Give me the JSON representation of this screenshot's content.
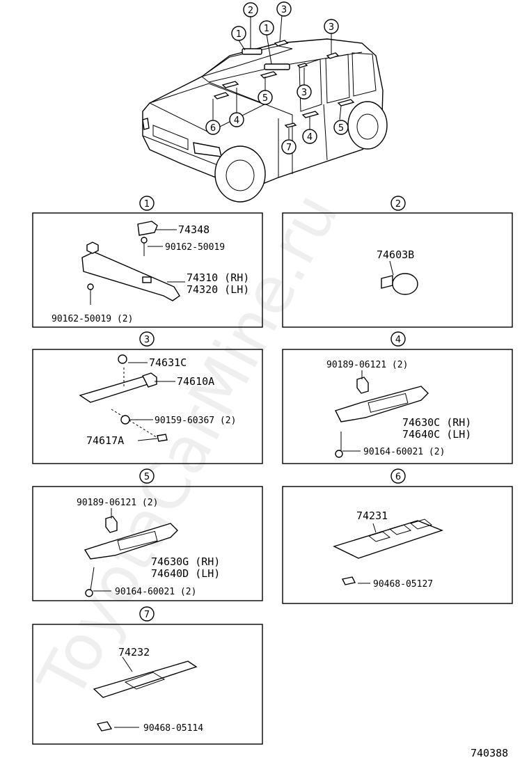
{
  "watermark": "ToyotaCarMine.ru",
  "diagram_id": "740388",
  "callout_numbers": [
    "1",
    "2",
    "3",
    "4",
    "5",
    "6",
    "7"
  ],
  "panels": [
    {
      "id": "1",
      "labels": [
        "74348",
        "90162-50019",
        "74310 (RH)",
        "74320 (LH)",
        "90162-50019 (2)"
      ]
    },
    {
      "id": "2",
      "labels": [
        "74603B"
      ]
    },
    {
      "id": "3",
      "labels": [
        "74631C",
        "74610A",
        "90159-60367 (2)",
        "74617A"
      ]
    },
    {
      "id": "4",
      "labels": [
        "90189-06121 (2)",
        "74630C (RH)",
        "74640C (LH)",
        "90164-60021 (2)"
      ]
    },
    {
      "id": "5",
      "labels": [
        "90189-06121 (2)",
        "74630G (RH)",
        "74640D (LH)",
        "90164-60021 (2)"
      ]
    },
    {
      "id": "6",
      "labels": [
        "74231",
        "90468-05127"
      ]
    },
    {
      "id": "7",
      "labels": [
        "74232",
        "90468-05114"
      ]
    }
  ]
}
